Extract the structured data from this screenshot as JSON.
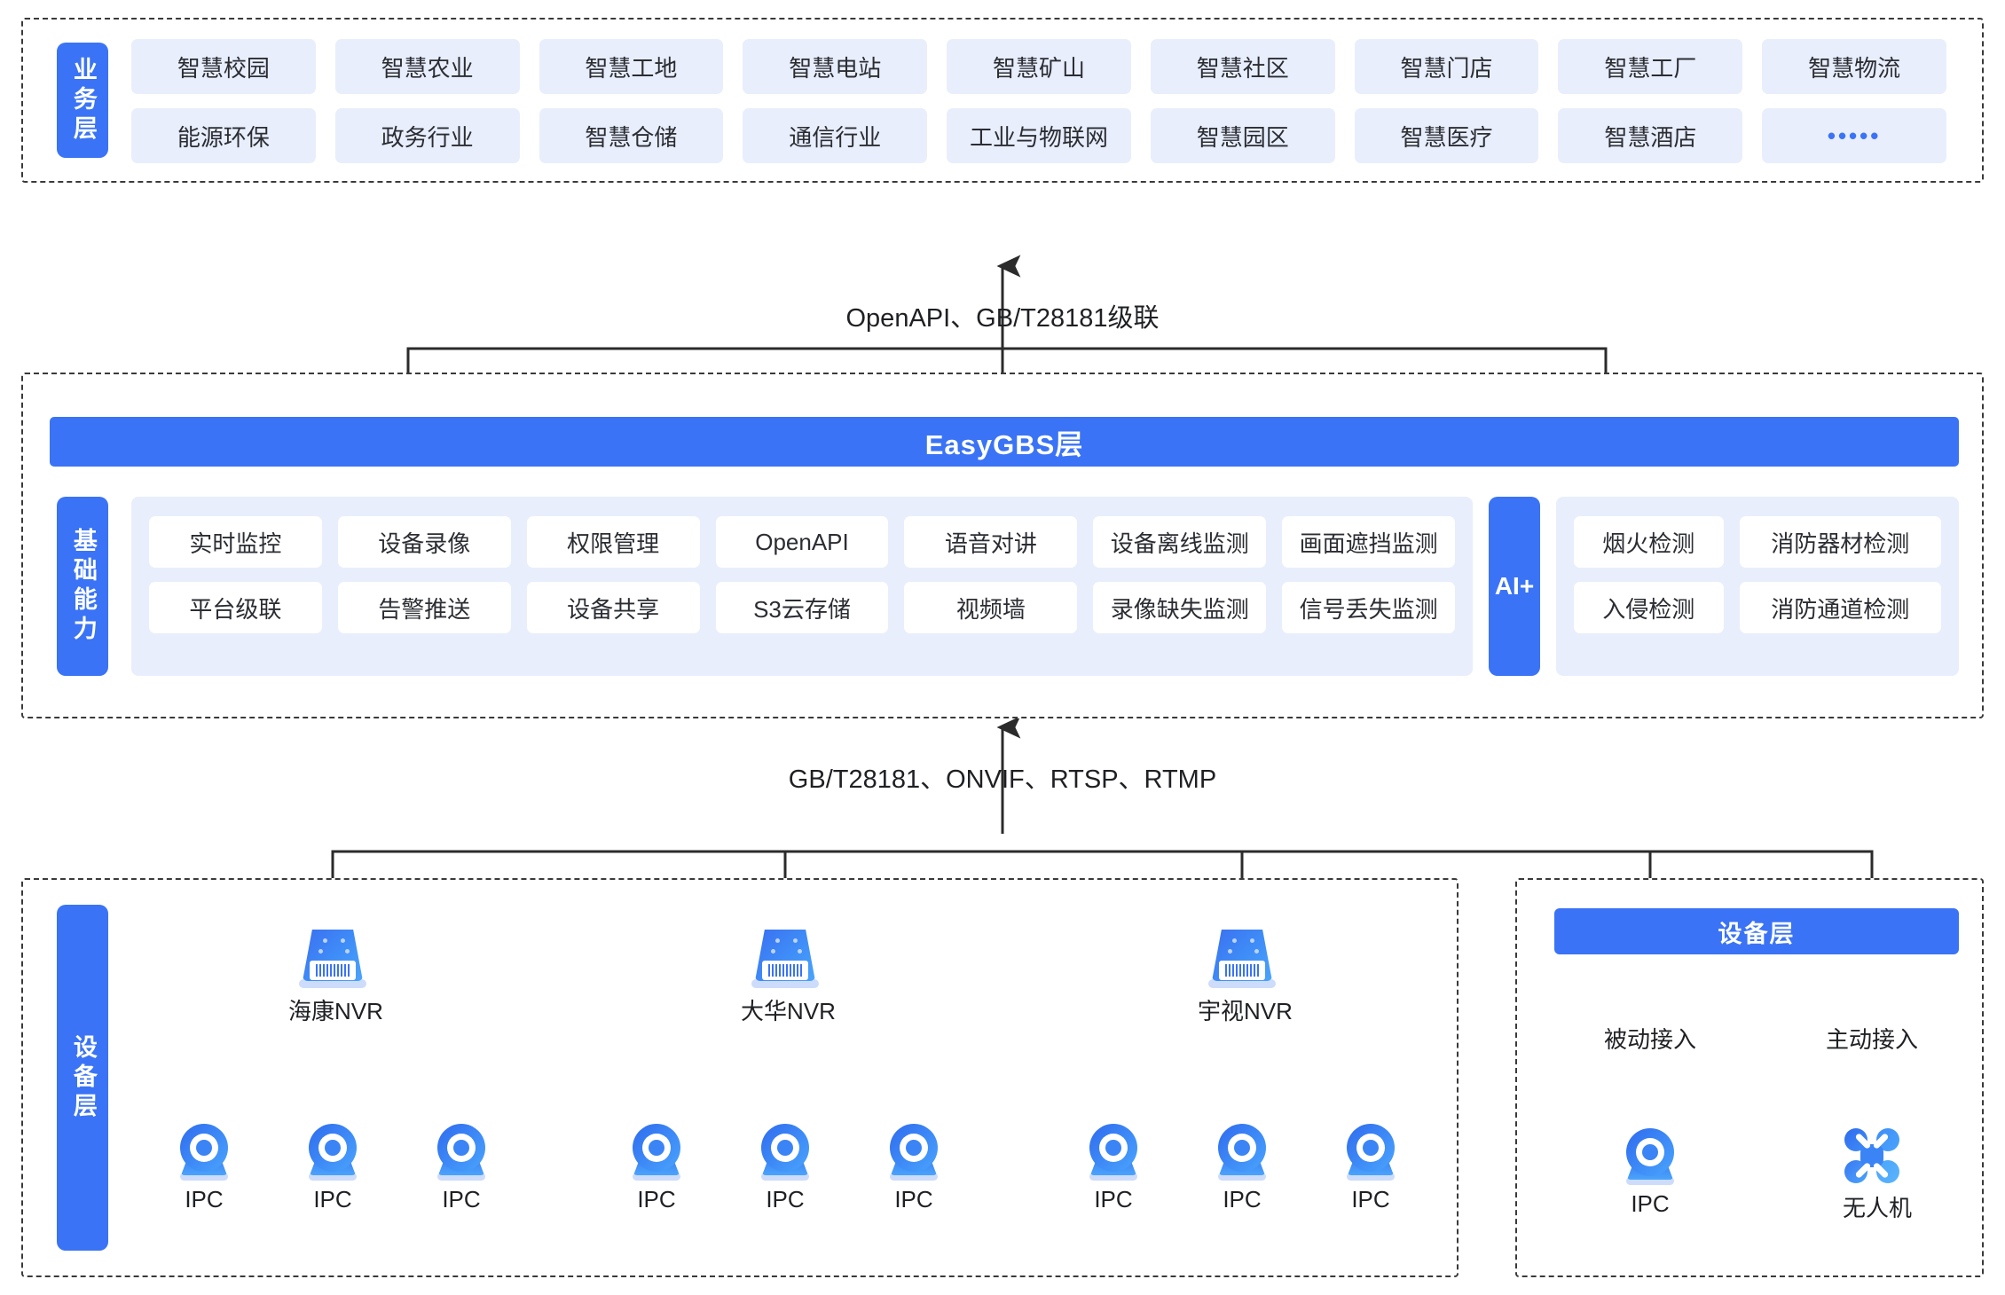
{
  "business_layer": {
    "rail_label": "业务层",
    "items": [
      "智慧校园",
      "智慧农业",
      "智慧工地",
      "智慧电站",
      "智慧矿山",
      "智慧社区",
      "智慧门店",
      "智慧工厂",
      "智慧物流",
      "能源环保",
      "政务行业",
      "智慧仓储",
      "通信行业",
      "工业与物联网",
      "智慧园区",
      "智慧医疗",
      "智慧酒店",
      "•••••"
    ]
  },
  "connectors": {
    "top_label": "OpenAPI、GB/T28181级联",
    "bottom_label": "GB/T28181、ONVIF、RTSP、RTMP"
  },
  "gbs_layer": {
    "title": "EasyGBS层",
    "capability_rail_label": "基础能力",
    "capabilities": [
      "实时监控",
      "设备录像",
      "权限管理",
      "OpenAPI",
      "语音对讲",
      "设备离线监测",
      "画面遮挡监测",
      "平台级联",
      "告警推送",
      "设备共享",
      "S3云存储",
      "视频墙",
      "录像缺失监测",
      "信号丢失监测"
    ],
    "ai_rail_label": "AI+",
    "ai_capabilities": [
      "烟火检测",
      "消防器材检测",
      "入侵检测",
      "消防通道检测"
    ]
  },
  "device_layer": {
    "rail_label": "设备层",
    "nvr_groups": [
      {
        "nvr_label": "海康NVR",
        "cameras": [
          "IPC",
          "IPC",
          "IPC"
        ]
      },
      {
        "nvr_label": "大华NVR",
        "cameras": [
          "IPC",
          "IPC",
          "IPC"
        ]
      },
      {
        "nvr_label": "宇视NVR",
        "cameras": [
          "IPC",
          "IPC",
          "IPC"
        ]
      }
    ]
  },
  "device_layer_right": {
    "title": "设备层",
    "branches": [
      {
        "mode_label": "被动接入",
        "device_label": "IPC",
        "icon": "ipc-camera-icon"
      },
      {
        "mode_label": "主动接入",
        "device_label": "无人机",
        "icon": "drone-icon"
      }
    ]
  },
  "colors": {
    "accent": "#3a73f5",
    "chip_bg": "#e8eefc",
    "line": "#2b2b2b"
  }
}
